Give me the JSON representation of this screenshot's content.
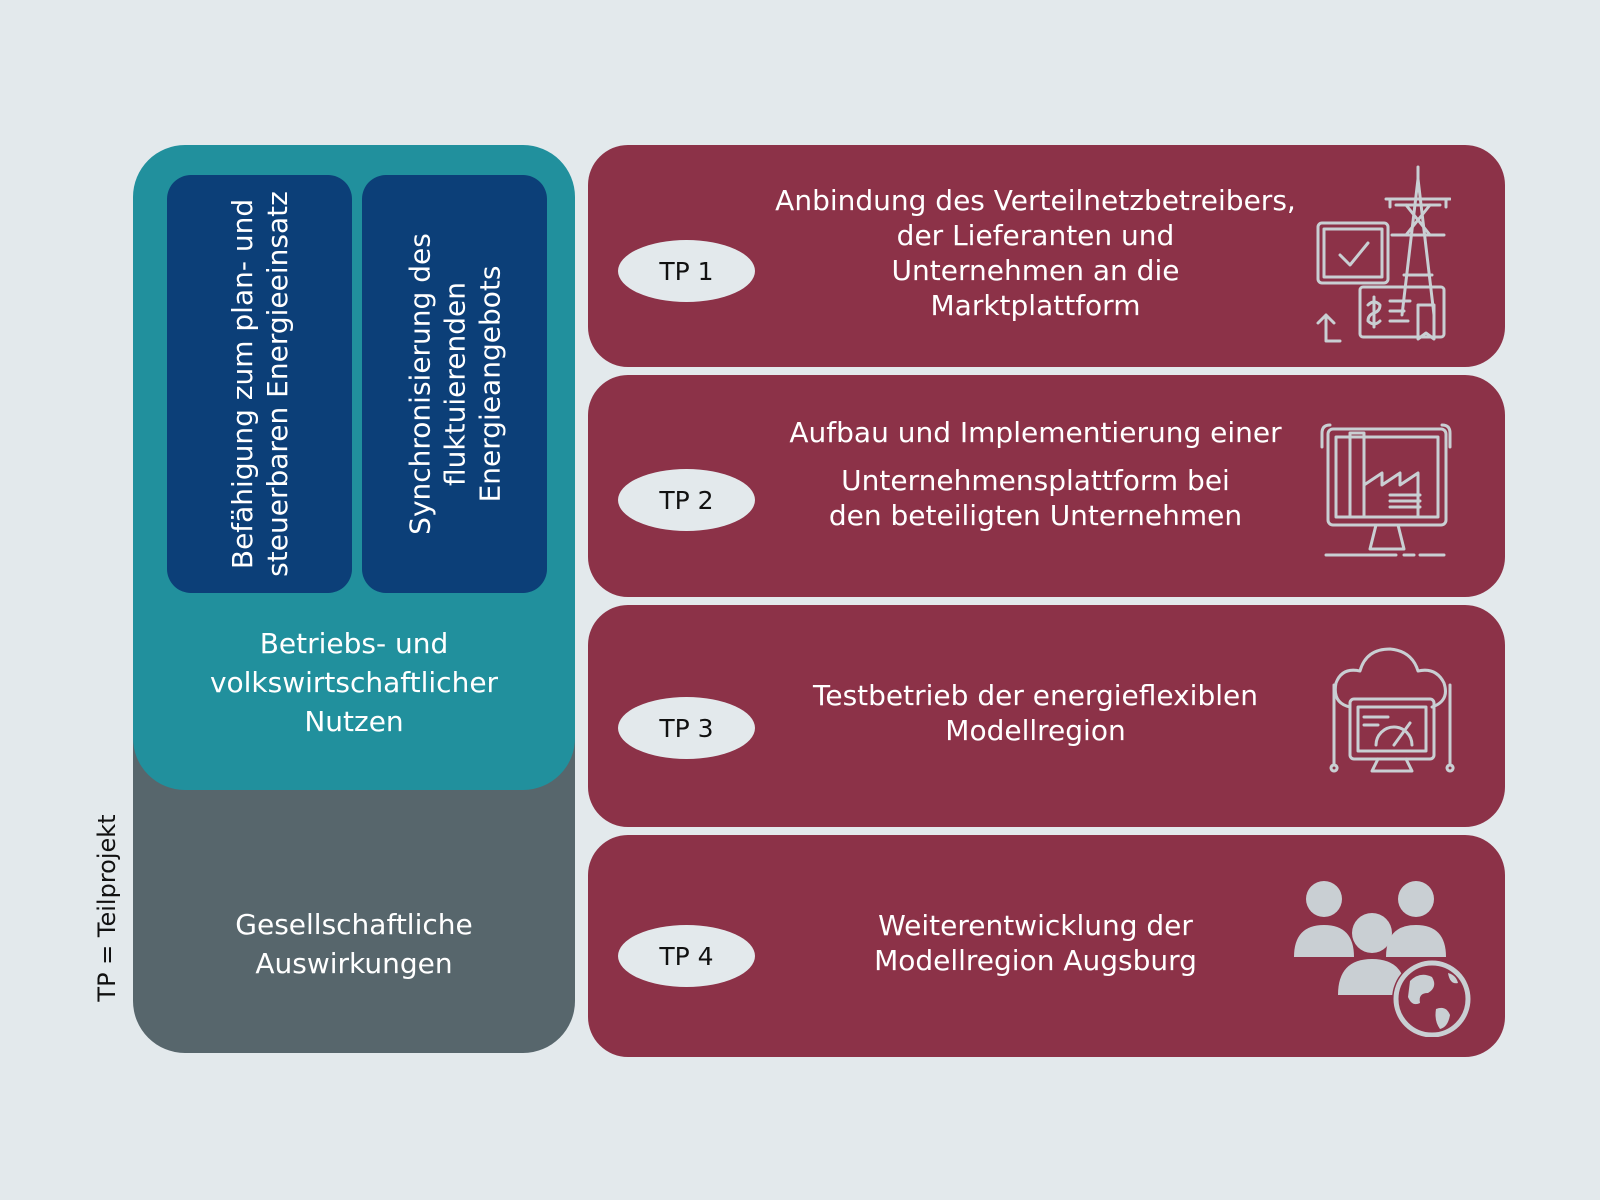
{
  "left": {
    "teal_box": {
      "subbox_1": "Befähigung zum plan- und\nsteuerbaren Energieeinsatz",
      "subbox_2": "Synchronisierung des\nfluktuierenden\nEnergieangebots",
      "caption": "Betriebs- und\nvolkswirtschaftlicher\nNutzen"
    },
    "gray_box": {
      "caption": "Gesellschaftliche\nAuswirkungen"
    },
    "footnote": "TP = Teilprojekt"
  },
  "panels": [
    {
      "label": "TP 1",
      "text": "Anbindung des Verteilnetzbetreibers,\nder Lieferanten und\nUnternehmen an die\nMarktplattform",
      "icon": "power-grid-market-icon"
    },
    {
      "label": "TP 2",
      "text_line1": "Aufbau und Implementierung einer",
      "text_rest": "Unternehmensplattform bei\nden beteiligten Unternehmen",
      "icon": "factory-monitor-icon"
    },
    {
      "label": "TP 3",
      "text": "Testbetrieb der energieflexiblen\nModellregion",
      "icon": "cloud-dashboard-icon"
    },
    {
      "label": "TP 4",
      "text": "Weiterentwicklung der\nModellregion Augsburg",
      "icon": "people-globe-icon"
    }
  ],
  "colors": {
    "background": "#e3e9ec",
    "teal": "#21909d",
    "navy": "#0c3f78",
    "gray": "#57666c",
    "panel": "#8c3248",
    "pill": "#e3e9ec",
    "icon": "#c9cfd3"
  }
}
